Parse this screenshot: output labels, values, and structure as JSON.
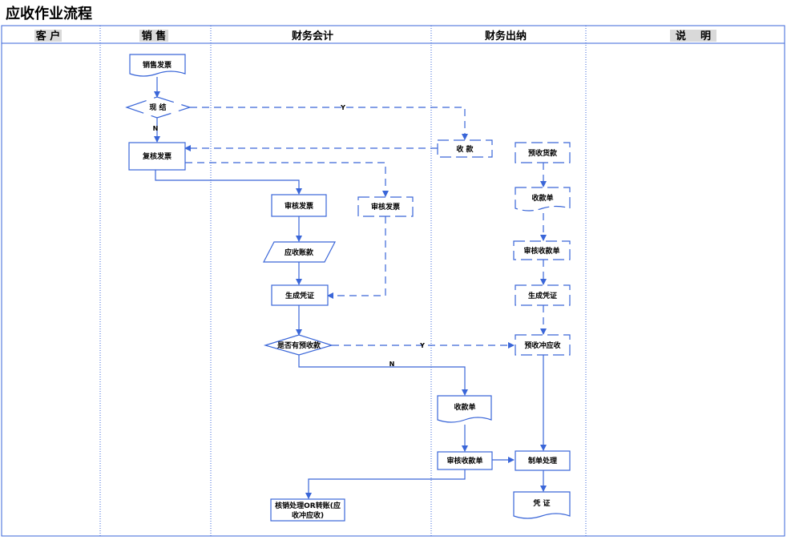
{
  "title": "应收作业流程",
  "lanes": [
    "客 户",
    "销 售",
    "财务会计",
    "财务出纳",
    "说    明"
  ],
  "nodes": {
    "sales_invoice": "销售发票",
    "cash_settle": "现 结",
    "review_invoice": "复核发票",
    "collect": "收 款",
    "prepay_goods": "预收货款",
    "acct_audit_invoice": "审核发票",
    "cashier_audit_invoice": "审核发票",
    "receipt_note_top": "收款单",
    "receivables": "应收账款",
    "audit_receipt_top": "审核收款单",
    "gen_voucher_acct": "生成凭证",
    "gen_voucher_cashier": "生成凭证",
    "has_prepay": "是否有预收款",
    "prepay_offset": "预收冲应收",
    "receipt_note": "收款单",
    "audit_receipt": "审核收款单",
    "make_doc": "制单处理",
    "voucher": "凭 证",
    "writeoff_line1": "核销处理OR转账(应",
    "writeoff_line2": "收冲应收)"
  },
  "edge_labels": {
    "cash_yes": "Y",
    "cash_no": "N",
    "prepay_yes": "Y",
    "prepay_no": "N"
  },
  "colors": {
    "line": "#3a66d8",
    "border": "#3a66d8",
    "lane_header_bg": "#d9d9d9"
  }
}
